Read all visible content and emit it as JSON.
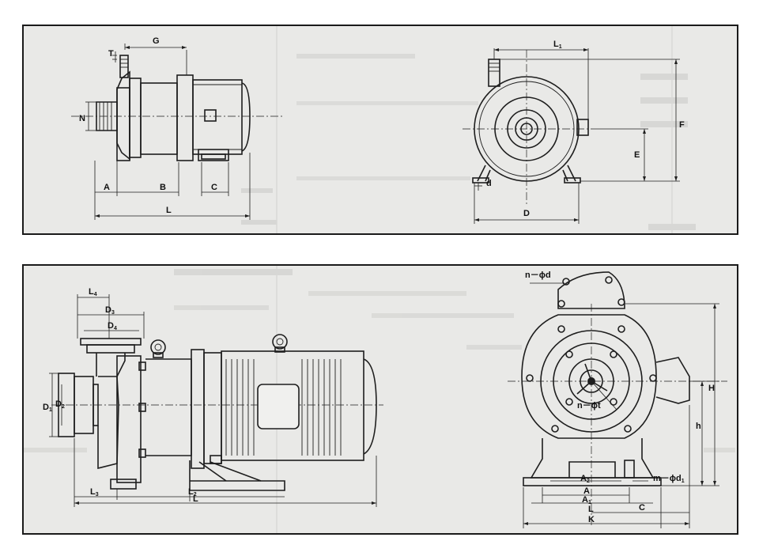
{
  "top_panel": {
    "side_view": {
      "labels": {
        "G": "G",
        "T": "T",
        "N": "N",
        "A": "A",
        "B": "B",
        "C": "C",
        "L": "L"
      }
    },
    "front_view": {
      "labels": {
        "L1": "L",
        "L1_sub": "1",
        "F": "F",
        "E": "E",
        "d": "d",
        "D": "D"
      }
    }
  },
  "bottom_panel": {
    "side_view": {
      "labels": {
        "L4": "L",
        "L4_sub": "4",
        "D3": "D",
        "D3_sub": "3",
        "D4": "D",
        "D4_sub": "4",
        "D1": "D",
        "D1_sub": "1",
        "D2": "D",
        "D2_sub": "2",
        "L3": "L",
        "L3_sub": "3",
        "L2": "L",
        "L2_sub": "2",
        "L": "L"
      }
    },
    "front_view": {
      "labels": {
        "n_phi_d": "n－ϕd",
        "n_phi_t": "n－ϕt",
        "H": "H",
        "h": "h",
        "A2": "A",
        "A2_sub": "2",
        "A": "A",
        "A1": "A",
        "A1_sub": "1",
        "m_phi_d1": "m－ϕd",
        "m_phi_d1_sub": "1",
        "L": "L",
        "C": "C",
        "K": "K"
      }
    }
  }
}
